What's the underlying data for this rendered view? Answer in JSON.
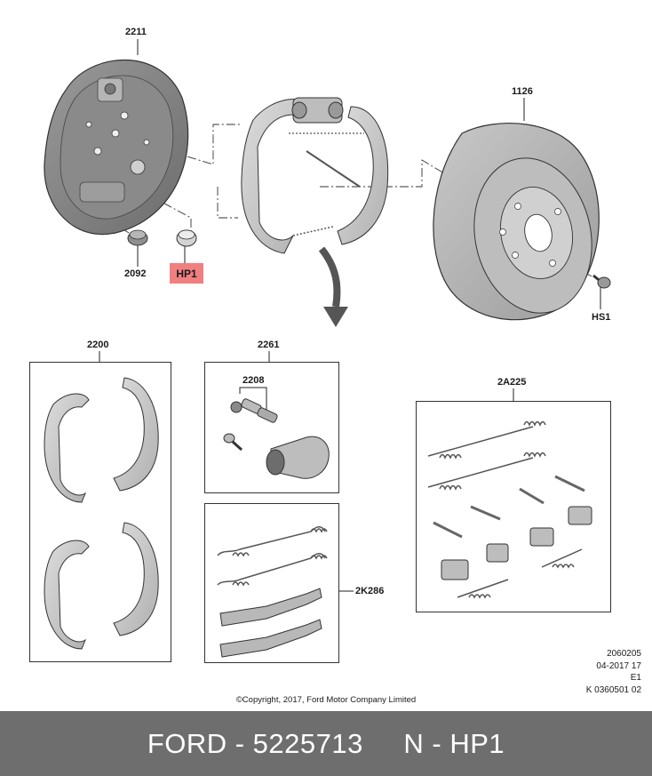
{
  "callouts": {
    "backing_plate": "2211",
    "brake_drum": "1126",
    "plug": "2092",
    "hp1": "HP1",
    "hs1": "HS1",
    "shoe_kit": "2200",
    "wheel_cylinder_kit": "2261",
    "bleeder": "2208",
    "spring_kit": "2A225",
    "adjuster_kit": "2K286"
  },
  "info": {
    "line1": "2060205",
    "line2": "04-2017 17",
    "line3": "E1",
    "line4": "K 0360501 02"
  },
  "copyright": "©Copyright, 2017, Ford Motor Company Limited",
  "footer": {
    "text": "FORD - 5225713     N - HP1"
  },
  "colors": {
    "highlight": "#f08080",
    "footer_bg": "#6e6e6e",
    "part_dark": "#8f8f8f",
    "part_light": "#d2d2d2"
  }
}
